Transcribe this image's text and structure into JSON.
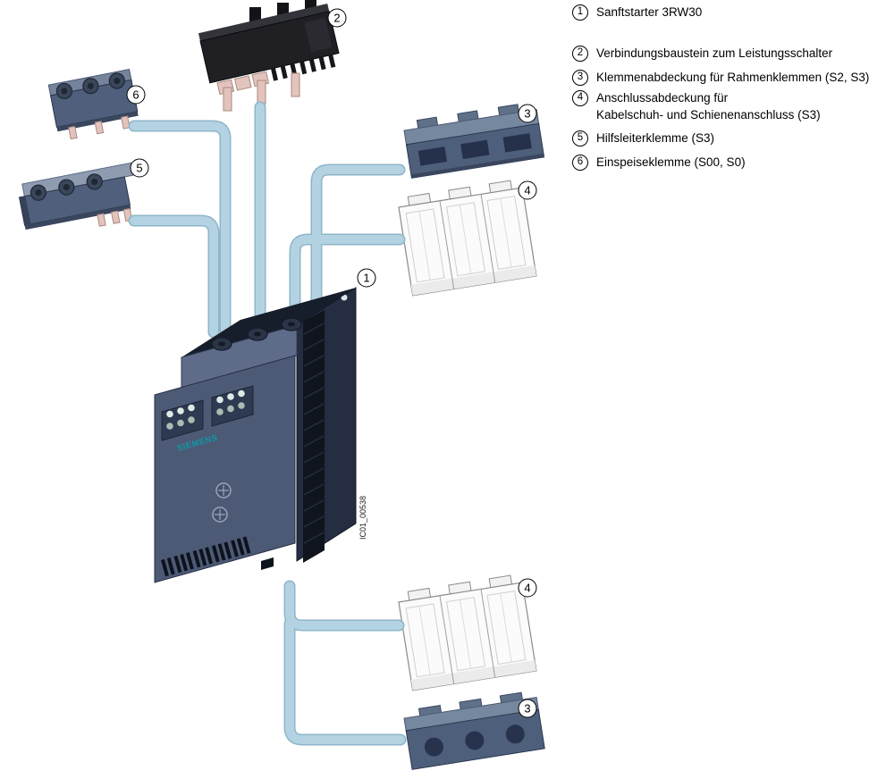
{
  "legend": {
    "items": [
      {
        "num": "1",
        "line1": "Sanftstarter 3RW30",
        "line2": ""
      },
      {
        "num": "2",
        "line1": "Verbindungsbaustein zum Leistungsschalter",
        "line2": ""
      },
      {
        "num": "3",
        "line1": "Klemmenabdeckung für Rahmenklemmen (S2, S3)",
        "line2": ""
      },
      {
        "num": "4",
        "line1": "Anschlussabdeckung für",
        "line2": "Kabelschuh- und Schienenanschluss (S3)"
      },
      {
        "num": "5",
        "line1": "Hilfsleiterklemme (S3)",
        "line2": ""
      },
      {
        "num": "6",
        "line1": "Einspeiseklemme (S00, S0)",
        "line2": ""
      }
    ]
  },
  "diagram": {
    "callouts": [
      {
        "label": "2"
      },
      {
        "label": "6"
      },
      {
        "label": "3"
      },
      {
        "label": "5"
      },
      {
        "label": "4"
      },
      {
        "label": "1"
      },
      {
        "label": "4"
      },
      {
        "label": "3"
      }
    ],
    "device": {
      "brand": "SIEMENS",
      "figure_id": "IC01_00538"
    },
    "colors": {
      "tube": "#b3d2e2",
      "tube_edge": "#8fb5c9",
      "part_blue_front": "#4e5f7b",
      "part_blue_top": "#75889f",
      "device_front": "#4d5a76",
      "device_side": "#242d41",
      "black_part": "#1f1f24",
      "pin_pink": "#e3c4bd",
      "white_part": "#fbfbfb",
      "brand_teal": "#0d98a3"
    }
  }
}
